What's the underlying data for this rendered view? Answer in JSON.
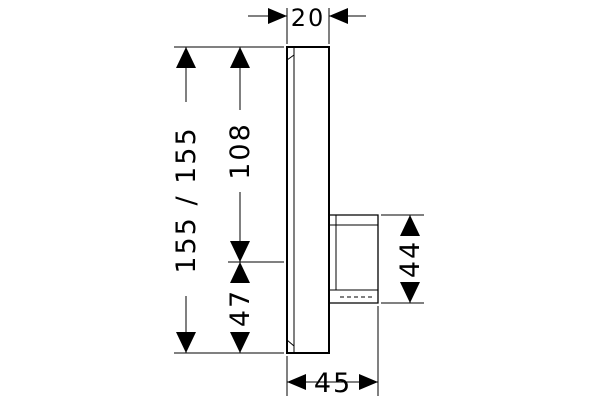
{
  "dimensions": {
    "depth_front": "20",
    "depth_total": "45",
    "height_total": "155 / 155",
    "height_upper": "108",
    "height_lower": "47",
    "body_height": "44"
  }
}
